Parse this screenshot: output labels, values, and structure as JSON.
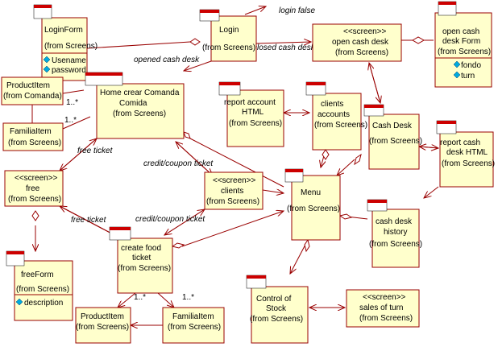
{
  "classes": {
    "loginForm": {
      "title": "LoginForm",
      "pkg": "(from Screens)",
      "attrs": [
        "Usename",
        "password"
      ]
    },
    "login": {
      "title": "Login",
      "pkg": "(from Screens)"
    },
    "openCashDesk": {
      "stereotype": "<<screen>>",
      "title": "open cash desk",
      "pkg": "(from Screens)"
    },
    "openCashDeskForm": {
      "title1": "open cash",
      "title2": "desk Form",
      "pkg": "(from Screens)",
      "attrs": [
        "fondo",
        "turn"
      ]
    },
    "productItem": {
      "title": "ProductItem",
      "pkg": "(from Comanda)"
    },
    "familiaItemTop": {
      "title": "FamiliaItem",
      "pkg": "(from Screens)"
    },
    "homeComanda": {
      "title1": "Home crear Comanda",
      "title2": "Comida",
      "pkg": "(from Screens)"
    },
    "reportAccount": {
      "title1": "report account",
      "title2": "HTML",
      "pkg": "(from Screens)"
    },
    "clientsAccounts": {
      "title1": "clients",
      "title2": "accounts",
      "pkg": "(from Screens)"
    },
    "cashDesk": {
      "title": "Cash Desk",
      "pkg": "(from Screens)"
    },
    "reportCashDesk": {
      "title1": "report cash",
      "title2": "desk HTML",
      "pkg": "(from Screens)"
    },
    "free": {
      "stereotype": "<<screen>>",
      "title": "free",
      "pkg": "(from Screens)"
    },
    "clients": {
      "stereotype": "<<screen>>",
      "title": "clients",
      "pkg": "(from Screens)"
    },
    "menu": {
      "title": "Menu",
      "pkg": "(from Screens)"
    },
    "cashDeskHistory": {
      "title1": "cash desk",
      "title2": "history",
      "pkg": "(from Screens)"
    },
    "freeForm": {
      "title": "freeForm",
      "pkg": "(from Screens)",
      "attrs": [
        "description"
      ]
    },
    "createFoodTicket": {
      "title1": "create food",
      "title2": "ticket",
      "pkg": "(from Screens)"
    },
    "productItemBottom": {
      "title": "ProductItem",
      "pkg": "(from Screens)"
    },
    "familiaItemBottom": {
      "title": "FamiliaItem",
      "pkg": "(from Screens)"
    },
    "controlStock": {
      "title1": "Control of",
      "title2": "Stock",
      "pkg": "(from Screens)"
    },
    "salesOfTurn": {
      "stereotype": "<<screen>>",
      "title": "sales of turn",
      "pkg": "(from Screens)"
    }
  },
  "labels": {
    "loginFalse": "login false",
    "closedCashDesk": "closed cash desk",
    "openedCashDesk": "opened cash desk",
    "freeTicket1": "free ticket",
    "freeTicket2": "free ticket",
    "creditCoupon1": "credit/coupon ticket",
    "creditCoupon2": "credit/coupon ticket",
    "mult1": "1..*",
    "mult2": "1..*",
    "mult3": "1..*",
    "mult4": "1..*"
  },
  "colors": {
    "box_fill": "#ffffcc",
    "border": "#990000",
    "attribute_icon": "#00aadd"
  }
}
